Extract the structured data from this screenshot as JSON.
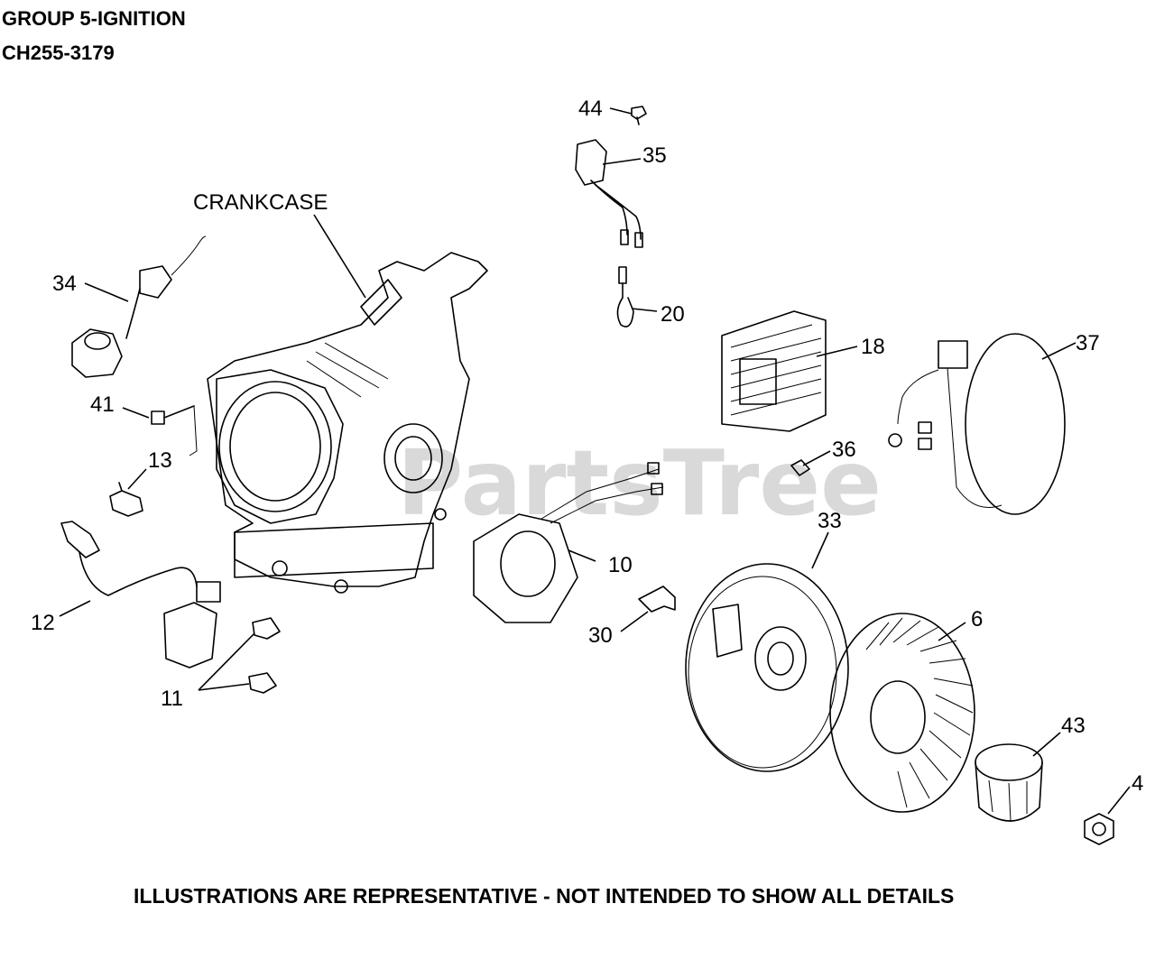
{
  "header": {
    "group_title": "GROUP 5-IGNITION",
    "model": "CH255-3179"
  },
  "watermark": "PartsTree",
  "footer_note": "ILLUSTRATIONS ARE REPRESENTATIVE - NOT INTENDED TO SHOW ALL DETAILS",
  "callouts": {
    "crankcase": "CRANKCASE",
    "c44": "44",
    "c35": "35",
    "c34": "34",
    "c20": "20",
    "c18": "18",
    "c37": "37",
    "c41": "41",
    "c13": "13",
    "c36": "36",
    "c33": "33",
    "c10": "10",
    "c12": "12",
    "c6": "6",
    "c30": "30",
    "c11": "11",
    "c43": "43",
    "c4": "4"
  }
}
